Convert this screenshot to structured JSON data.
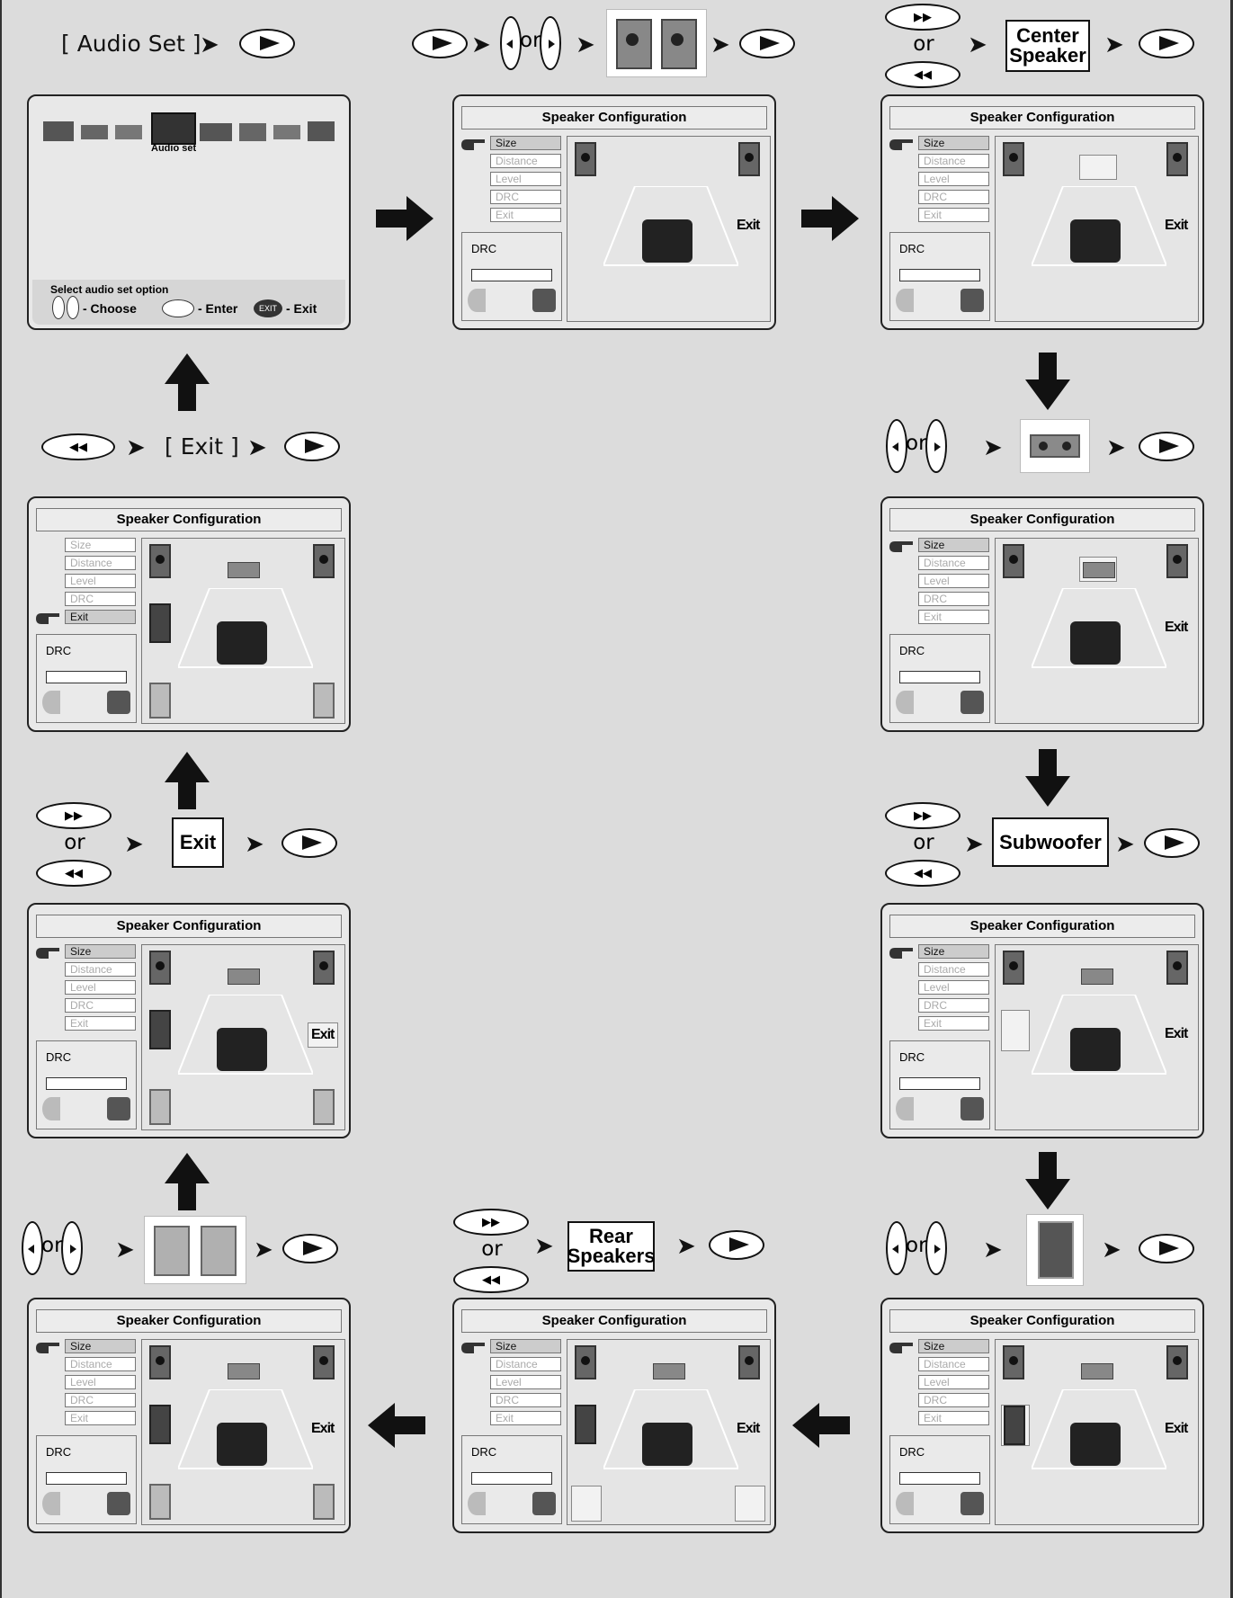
{
  "captions": {
    "audio_set": "[ Audio Set ]",
    "exit_step": "[ Exit ]",
    "or": "or"
  },
  "labels": {
    "center_speaker": "Center\nSpeaker",
    "subwoofer": "Subwoofer",
    "rear_speakers": "Rear\nSpeakers",
    "exit": "Exit"
  },
  "main_menu": {
    "item_label": "Audio set",
    "hint": "Select audio set option",
    "choose": "- Choose",
    "enter": "- Enter",
    "exit_badge": "EXIT",
    "exit": "- Exit"
  },
  "speaker_config": {
    "title": "Speaker Configuration",
    "menu": [
      "Size",
      "Distance",
      "Level",
      "DRC",
      "Exit"
    ],
    "drc": "DRC",
    "exit_label": "Exit"
  }
}
